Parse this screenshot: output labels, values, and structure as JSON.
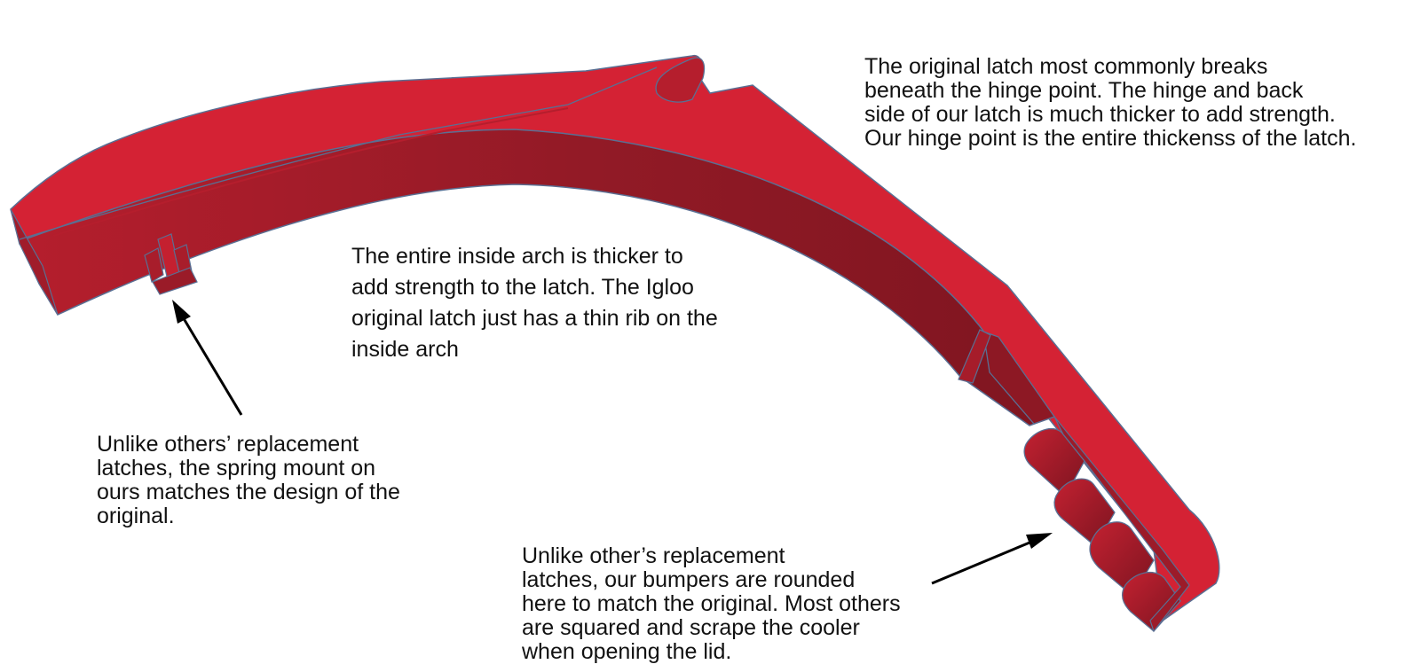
{
  "colors": {
    "latch_top": "#d42234",
    "latch_side_light": "#b51e2d",
    "latch_side_dark": "#7f1520",
    "outline": "#5a6f93",
    "arrow": "#000000",
    "text": "#111111"
  },
  "annotations": {
    "hinge": {
      "lines": [
        "The original latch most commonly breaks",
        "beneath the hinge point. The hinge and back",
        "side of our latch is much thicker to add strength.",
        "Our hinge point is the entire thickenss of the latch."
      ]
    },
    "arch": {
      "lines": [
        "The entire inside arch is thicker to",
        "add strength to the latch. The Igloo",
        "original latch just has a thin rib on the",
        "inside arch"
      ]
    },
    "spring_mount": {
      "lines": [
        "Unlike others’ replacement",
        "latches, the spring mount on",
        "ours matches the design of the",
        "original."
      ]
    },
    "bumpers": {
      "lines": [
        "Unlike other’s replacement",
        "latches, our bumpers are rounded",
        "here to match the original. Most others",
        "are squared and scrape the cooler",
        "when opening the lid."
      ]
    }
  }
}
